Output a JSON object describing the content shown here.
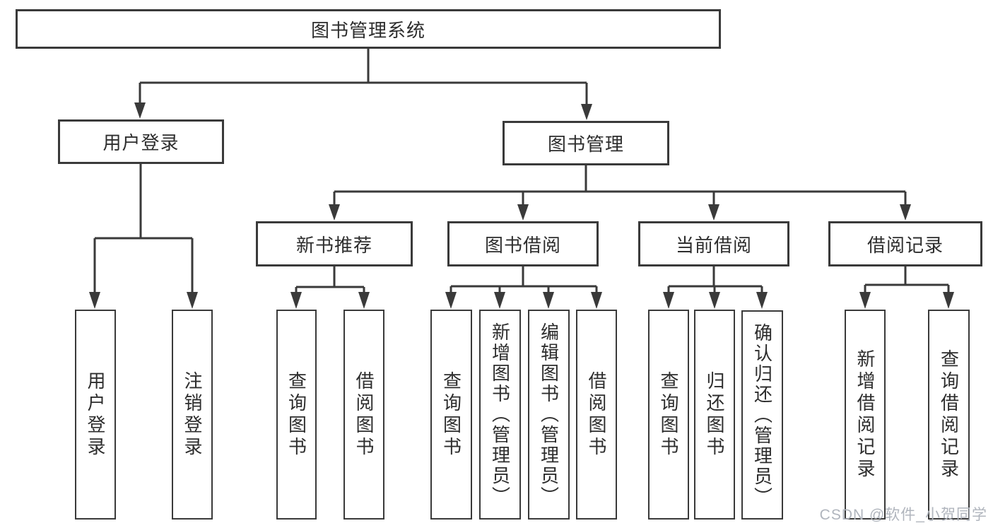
{
  "diagram": {
    "background": "#ffffff",
    "line_color": "#3a3a3a",
    "text_color": "#2d2d2d",
    "tree": {
      "root": {
        "label": "图书管理系统"
      },
      "branches": [
        {
          "label": "用户登录",
          "children": [
            {
              "label": "用户登录"
            },
            {
              "label": "注销登录"
            }
          ]
        },
        {
          "label": "图书管理",
          "children": [
            {
              "label": "新书推荐",
              "children": [
                {
                  "label": "查询图书"
                },
                {
                  "label": "借阅图书"
                }
              ]
            },
            {
              "label": "图书借阅",
              "children": [
                {
                  "label": "查询图书"
                },
                {
                  "label": "新增图书（管理员）"
                },
                {
                  "label": "编辑图书（管理员）"
                },
                {
                  "label": "借阅图书"
                }
              ]
            },
            {
              "label": "当前借阅",
              "children": [
                {
                  "label": "查询图书"
                },
                {
                  "label": "归还图书"
                },
                {
                  "label": "确认归还（管理员）"
                }
              ]
            },
            {
              "label": "借阅记录",
              "children": [
                {
                  "label": "新增借阅记录"
                },
                {
                  "label": "查询借阅记录"
                }
              ]
            }
          ]
        }
      ]
    },
    "watermark": {
      "text": "CSDN @软件_小贺同学",
      "color": "#b0b5bd"
    }
  }
}
